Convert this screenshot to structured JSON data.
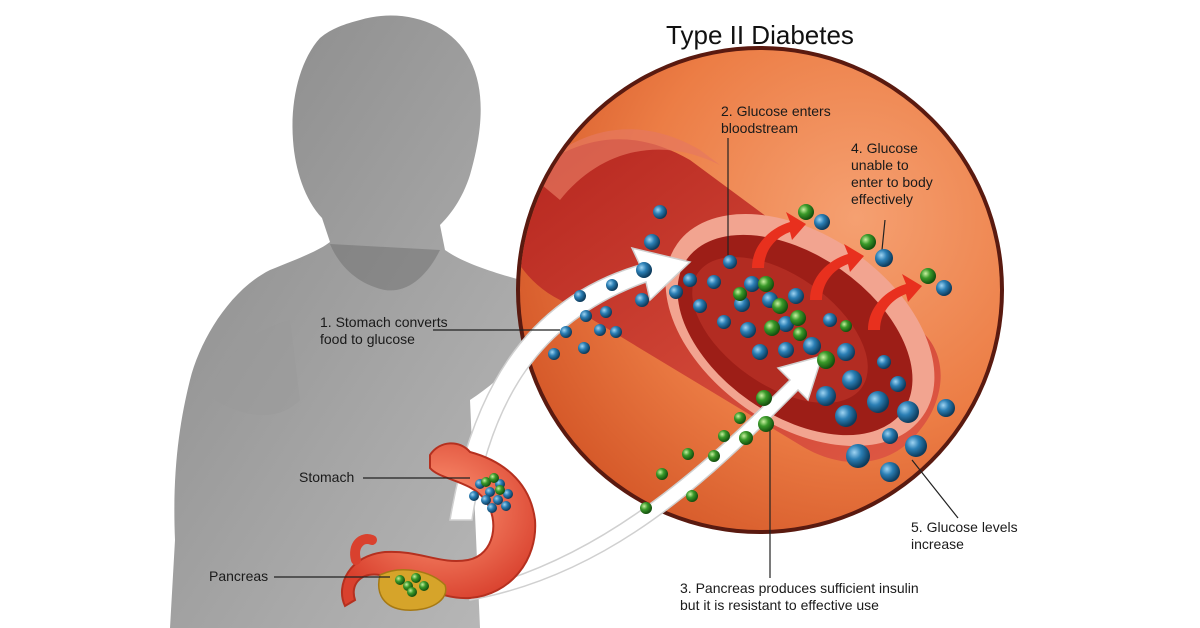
{
  "title": "Type II Diabetes",
  "labels": {
    "step1": [
      "1. Stomach converts",
      "food to glucose"
    ],
    "step2": [
      "2. Glucose enters",
      "bloodstream"
    ],
    "step3": [
      "3. Pancreas produces sufficient insulin",
      "but it is resistant to effective use"
    ],
    "step4": [
      "4. Glucose",
      "unable to",
      "enter to body",
      "effectively"
    ],
    "step5": [
      "5. Glucose levels",
      "increase"
    ],
    "stomach": "Stomach",
    "pancreas": "Pancreas"
  },
  "colors": {
    "silhouette": "#8c8c8c",
    "circle_bg": "#e8733f",
    "vessel": "#c8322b",
    "glucose": "#2b7fb5",
    "insulin": "#3a9a2a",
    "arrow": "#ffffff",
    "exit_arrow": "#e8301e"
  }
}
